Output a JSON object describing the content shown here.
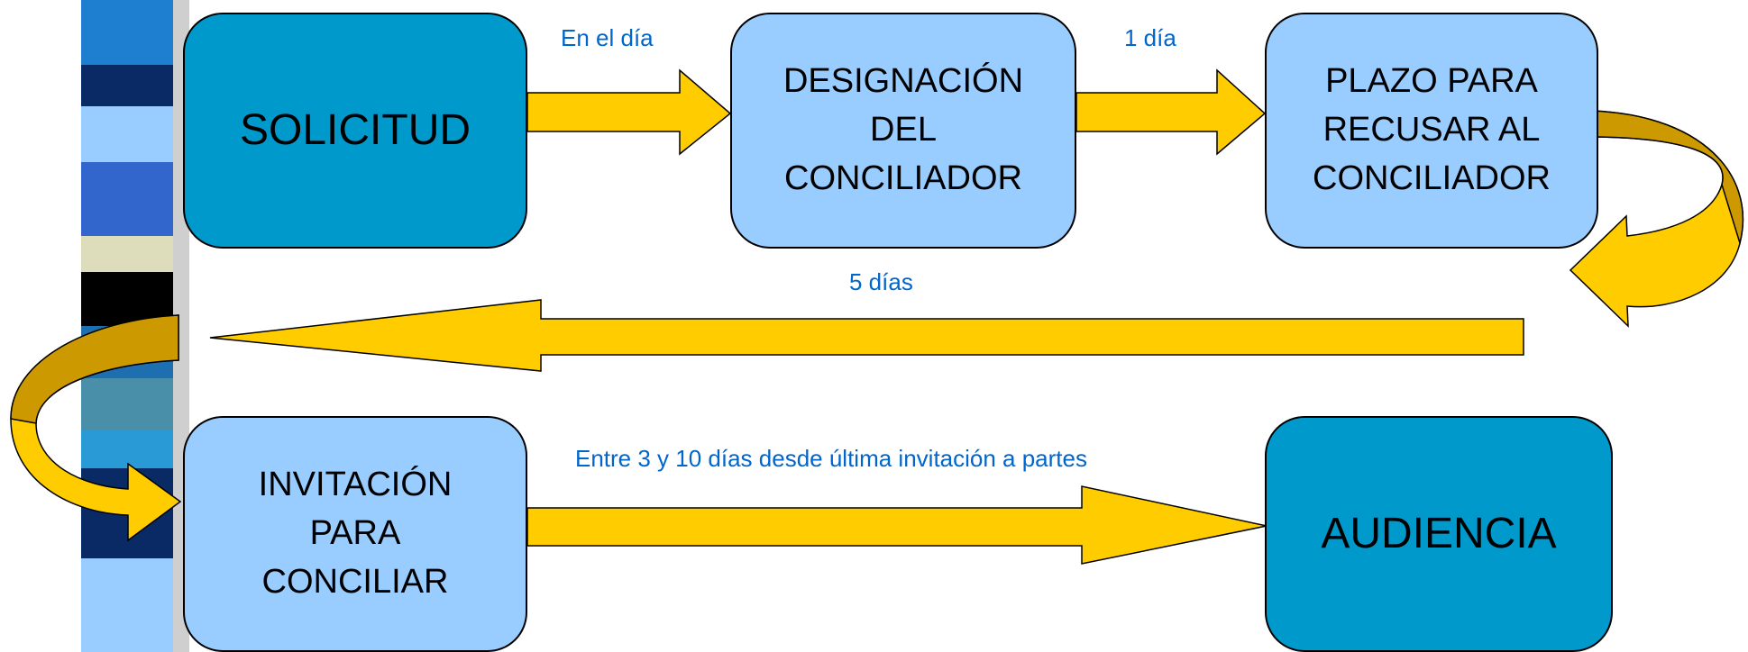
{
  "colors": {
    "box_dark": "#0099cc",
    "box_light": "#99ccff",
    "arrow_fill": "#ffcc00",
    "curved_arrow_outer": "#cc9900",
    "label_text": "#0066cc"
  },
  "nodes": [
    {
      "id": "solicitud",
      "text": "SOLICITUD"
    },
    {
      "id": "designacion",
      "text": "DESIGNACIÓN\nDEL\nCONCILIADOR"
    },
    {
      "id": "plazo",
      "text": "PLAZO PARA\nRECUSAR AL\nCONCILIADOR"
    },
    {
      "id": "invitacion",
      "text": "INVITACIÓN\nPARA\nCONCILIAR"
    },
    {
      "id": "audiencia",
      "text": "AUDIENCIA"
    }
  ],
  "edges": [
    {
      "from": "solicitud",
      "to": "designacion",
      "label": "En el día"
    },
    {
      "from": "designacion",
      "to": "plazo",
      "label": "1 día"
    },
    {
      "from": "plazo",
      "to": "invitacion",
      "label": "5 días"
    },
    {
      "from": "invitacion",
      "to": "audiencia",
      "label": "Entre 3 y 10 días desde última invitación a partes"
    }
  ]
}
